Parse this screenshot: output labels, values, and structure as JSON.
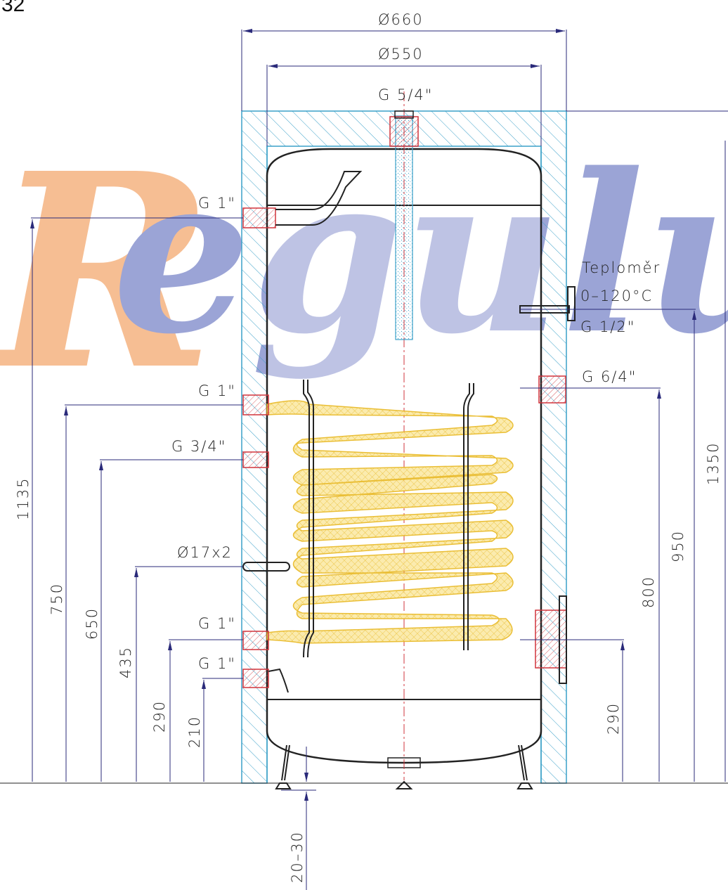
{
  "figure_number": "32",
  "watermark": {
    "text": "Regulus",
    "first_letter": "R",
    "rest": "egulus",
    "colors": {
      "first": "#f08a3c",
      "rest": "#4a5bb6"
    }
  },
  "labels": {
    "outer_diameter": "Ø660",
    "inner_diameter": "Ø550",
    "top_connection": "G 5/4\"",
    "upper_left_connection": "G 1\"",
    "thermometer_line1": "Teploměr",
    "thermometer_line2": "0–120°C",
    "thermometer_thread": "G 1/2\"",
    "right_mid_connection": "G 6/4\"",
    "left_coil_inlet": "G 1\"",
    "left_g34": "G 3/4\"",
    "sensor_tube": "Ø17x2",
    "left_coil_outlet": "G 1\"",
    "left_bottom": "G 1\""
  },
  "dimensions": {
    "h1135": "1135",
    "h750": "750",
    "h650": "650",
    "h435": "435",
    "h290_left": "290",
    "h210": "210",
    "h800": "800",
    "h950": "950",
    "h1350": "1350",
    "h290_right": "290",
    "feet": "20–30"
  },
  "colors": {
    "insulation_hatch": "#3aa0c8",
    "coil": "#f2c230",
    "fitting": "#d0343c",
    "dimension_line": "#2a2a7a"
  }
}
